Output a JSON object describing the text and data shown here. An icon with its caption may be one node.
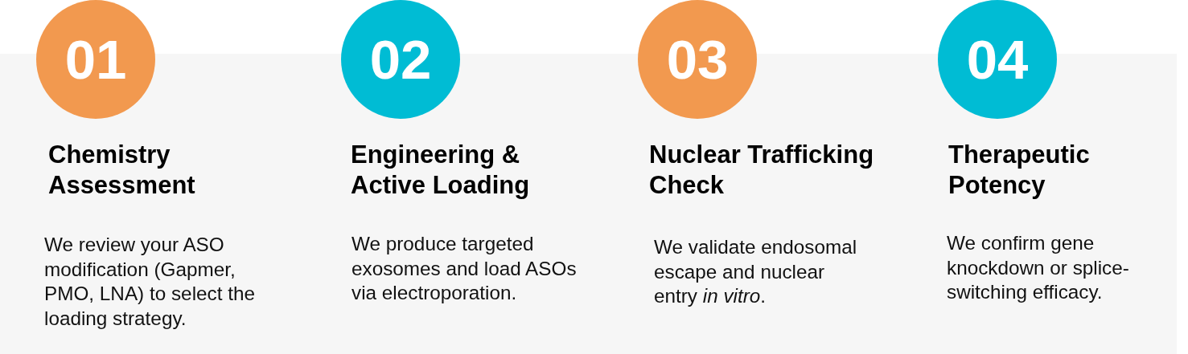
{
  "diagram": {
    "nodes": [
      {
        "text": [
          "01"
        ],
        "beside": [
          "Chemistry Assessment",
          "We review your ASO modification (Gapmer, PMO, LNA) to select the loading strategy."
        ]
      },
      {
        "text": [
          "02"
        ],
        "beside": [
          "Engineering & Active Loading",
          "We produce targeted exosomes and load ASOs via electroporation."
        ]
      },
      {
        "text": [
          "03"
        ],
        "beside": [
          "Nuclear Trafficking Check",
          "We validate endosomal escape and nuclear entry *in vitro*."
        ]
      },
      {
        "text": [
          "04"
        ],
        "beside": [
          "Therapeutic Potency",
          "We confirm gene knockdown or splice-switching efficacy."
        ]
      }
    ]
  }
}
